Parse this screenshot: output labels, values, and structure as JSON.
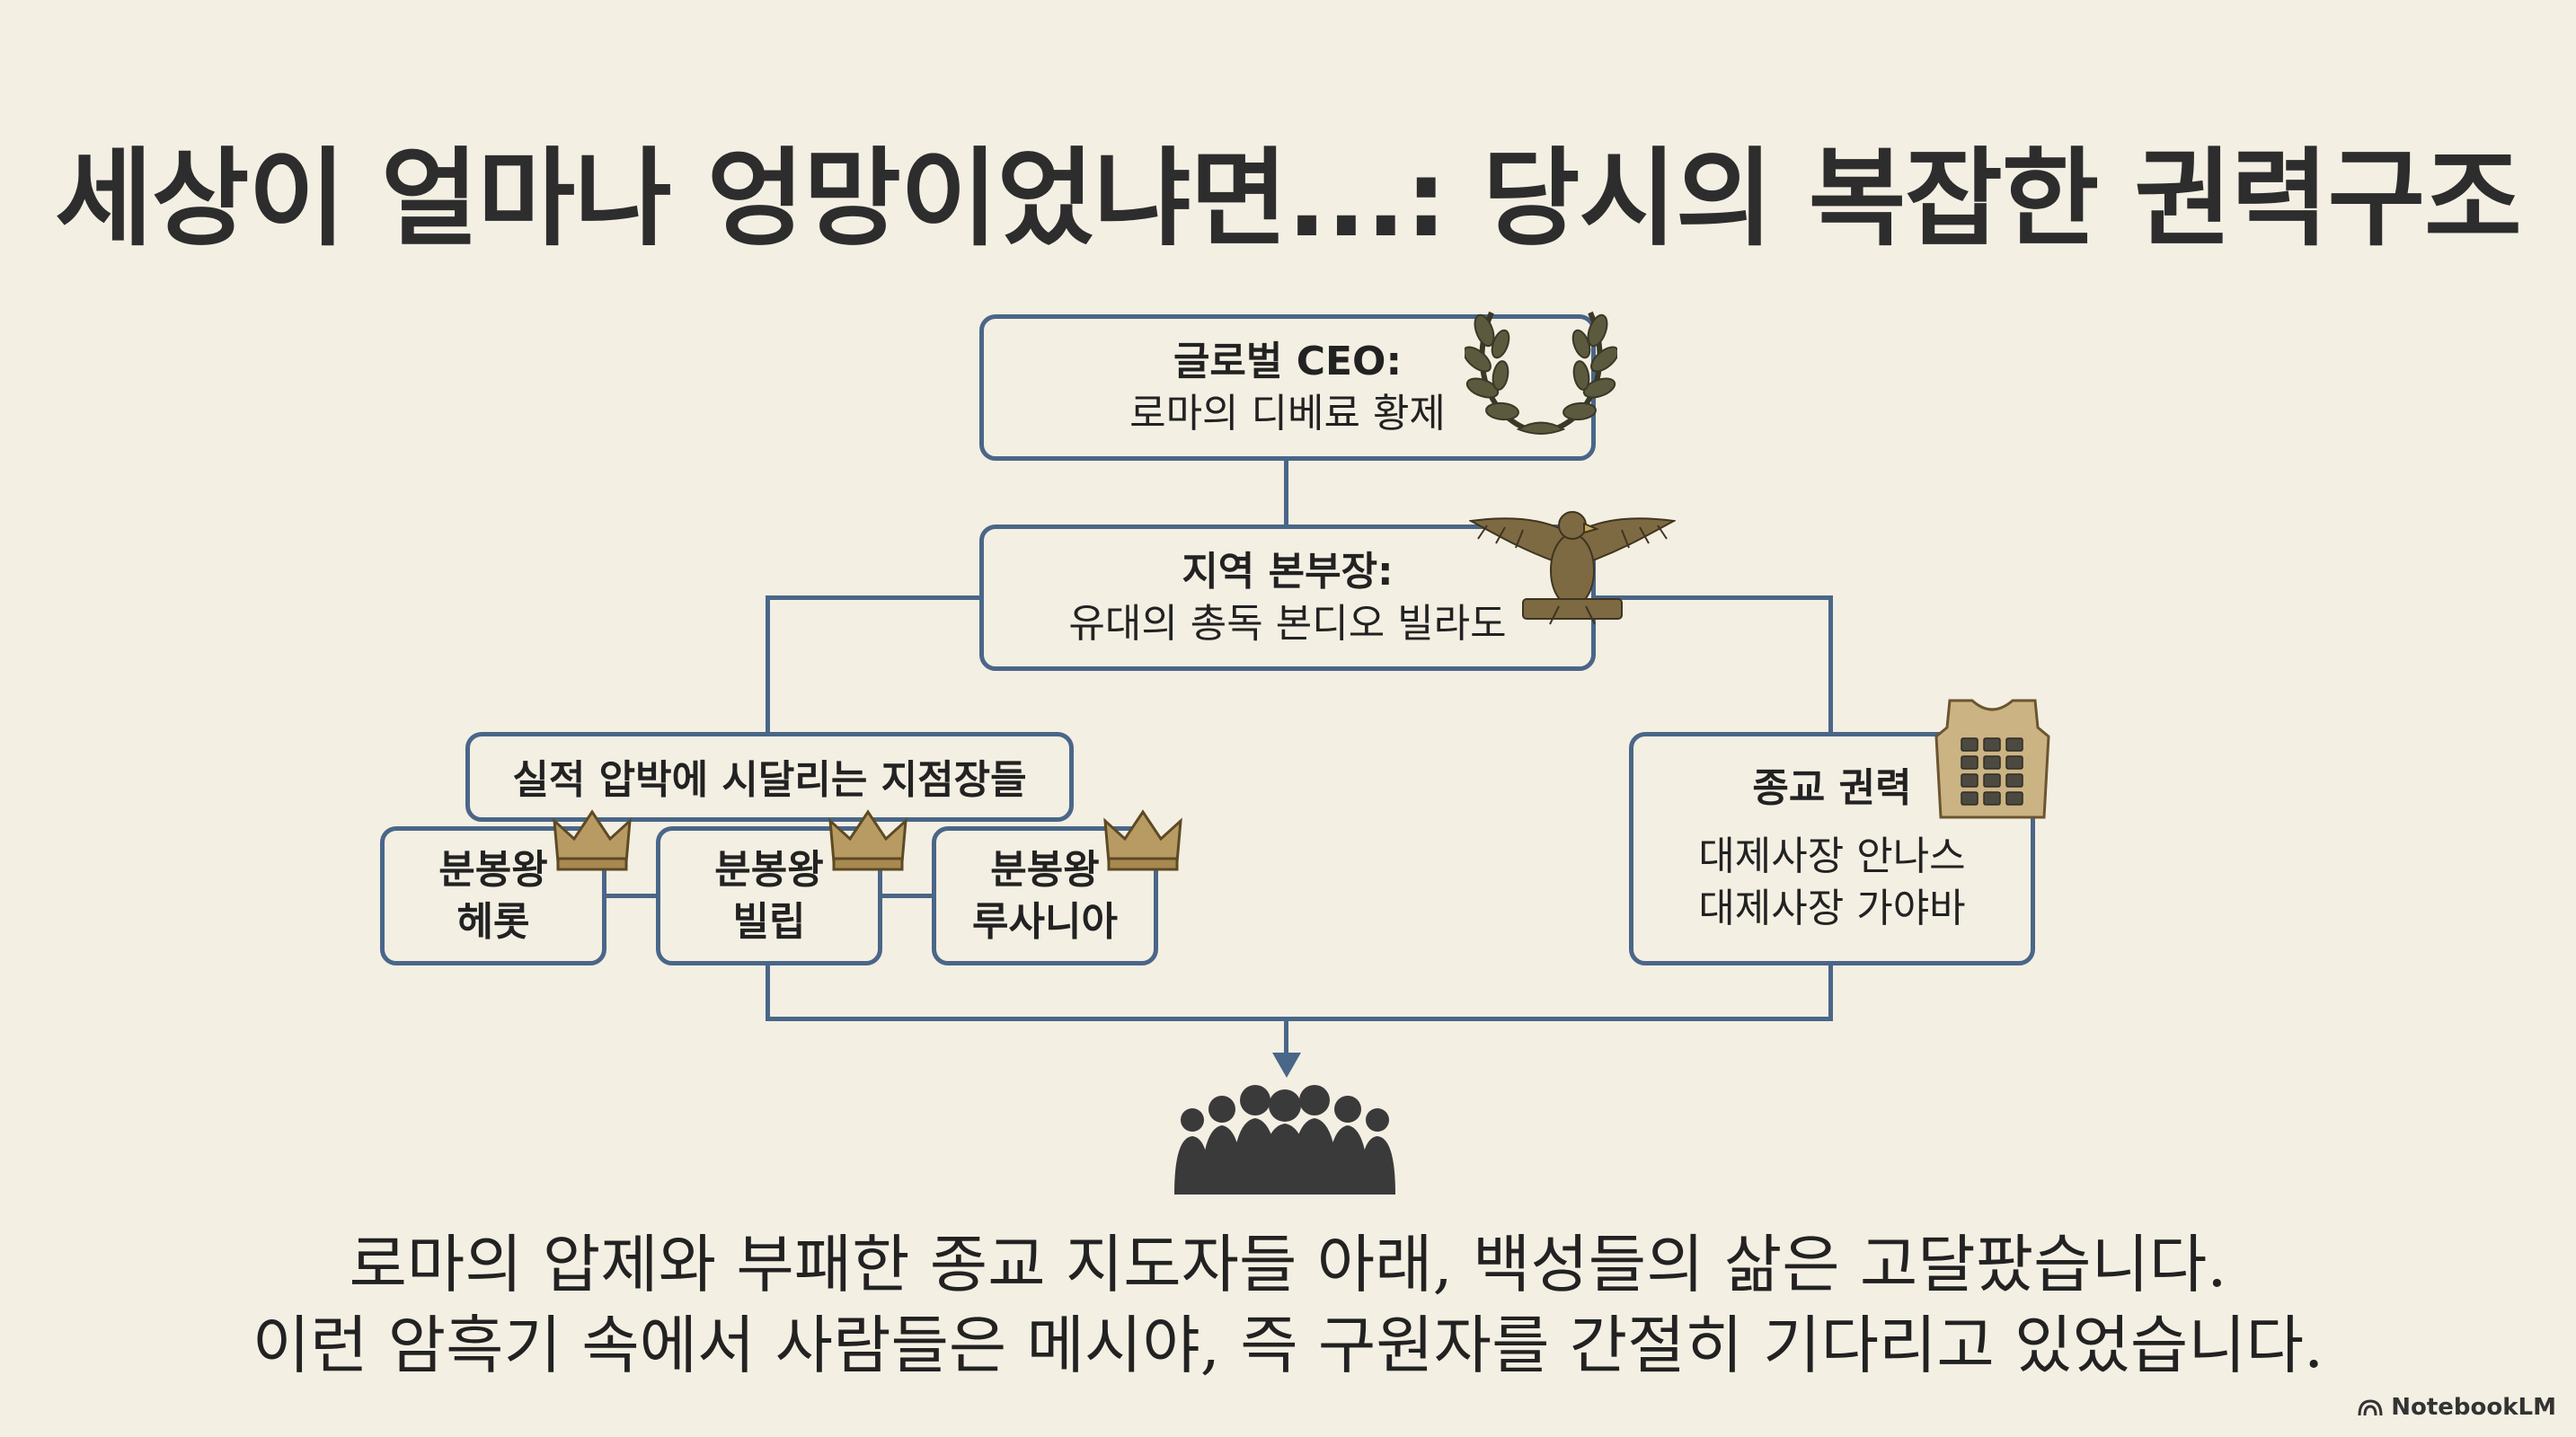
{
  "title": "세상이 얼마나 엉망이었냐면...: 당시의 복잡한 권력구조",
  "nodes": {
    "ceo": {
      "line1": "글로벌 CEO:",
      "line2": "로마의 디베료 황제",
      "icon": "laurel-wreath-icon"
    },
    "regional": {
      "line1": "지역 본부장:",
      "line2": "유대의 총독 본디오 빌라도",
      "icon": "roman-eagle-icon"
    },
    "branch_group": {
      "label": "실적 압박에 시달리는 지점장들"
    },
    "herod": {
      "line1": "분봉왕",
      "line2": "헤롯",
      "icon": "crown-icon"
    },
    "philip": {
      "line1": "분봉왕",
      "line2": "빌립",
      "icon": "crown-icon"
    },
    "lysanias": {
      "line1": "분봉왕",
      "line2": "루사니아",
      "icon": "crown-icon"
    },
    "religious": {
      "line1": "종교 권력",
      "line2": "대제사장 안나스",
      "line3": "대제사장 가야바",
      "icon": "breastplate-icon"
    },
    "people": {
      "icon": "crowd-icon"
    }
  },
  "footer": {
    "line1": "로마의 압제와 부패한 종교 지도자들 아래, 백성들의 삶은 고달팠습니다.",
    "line2": "이런 암흑기 속에서 사람들은 메시야, 즉 구원자를 간절히 기다리고 있었습니다."
  },
  "brand": "NotebookLM",
  "colors": {
    "line": "#4a6688",
    "background": "#f4efe3"
  }
}
